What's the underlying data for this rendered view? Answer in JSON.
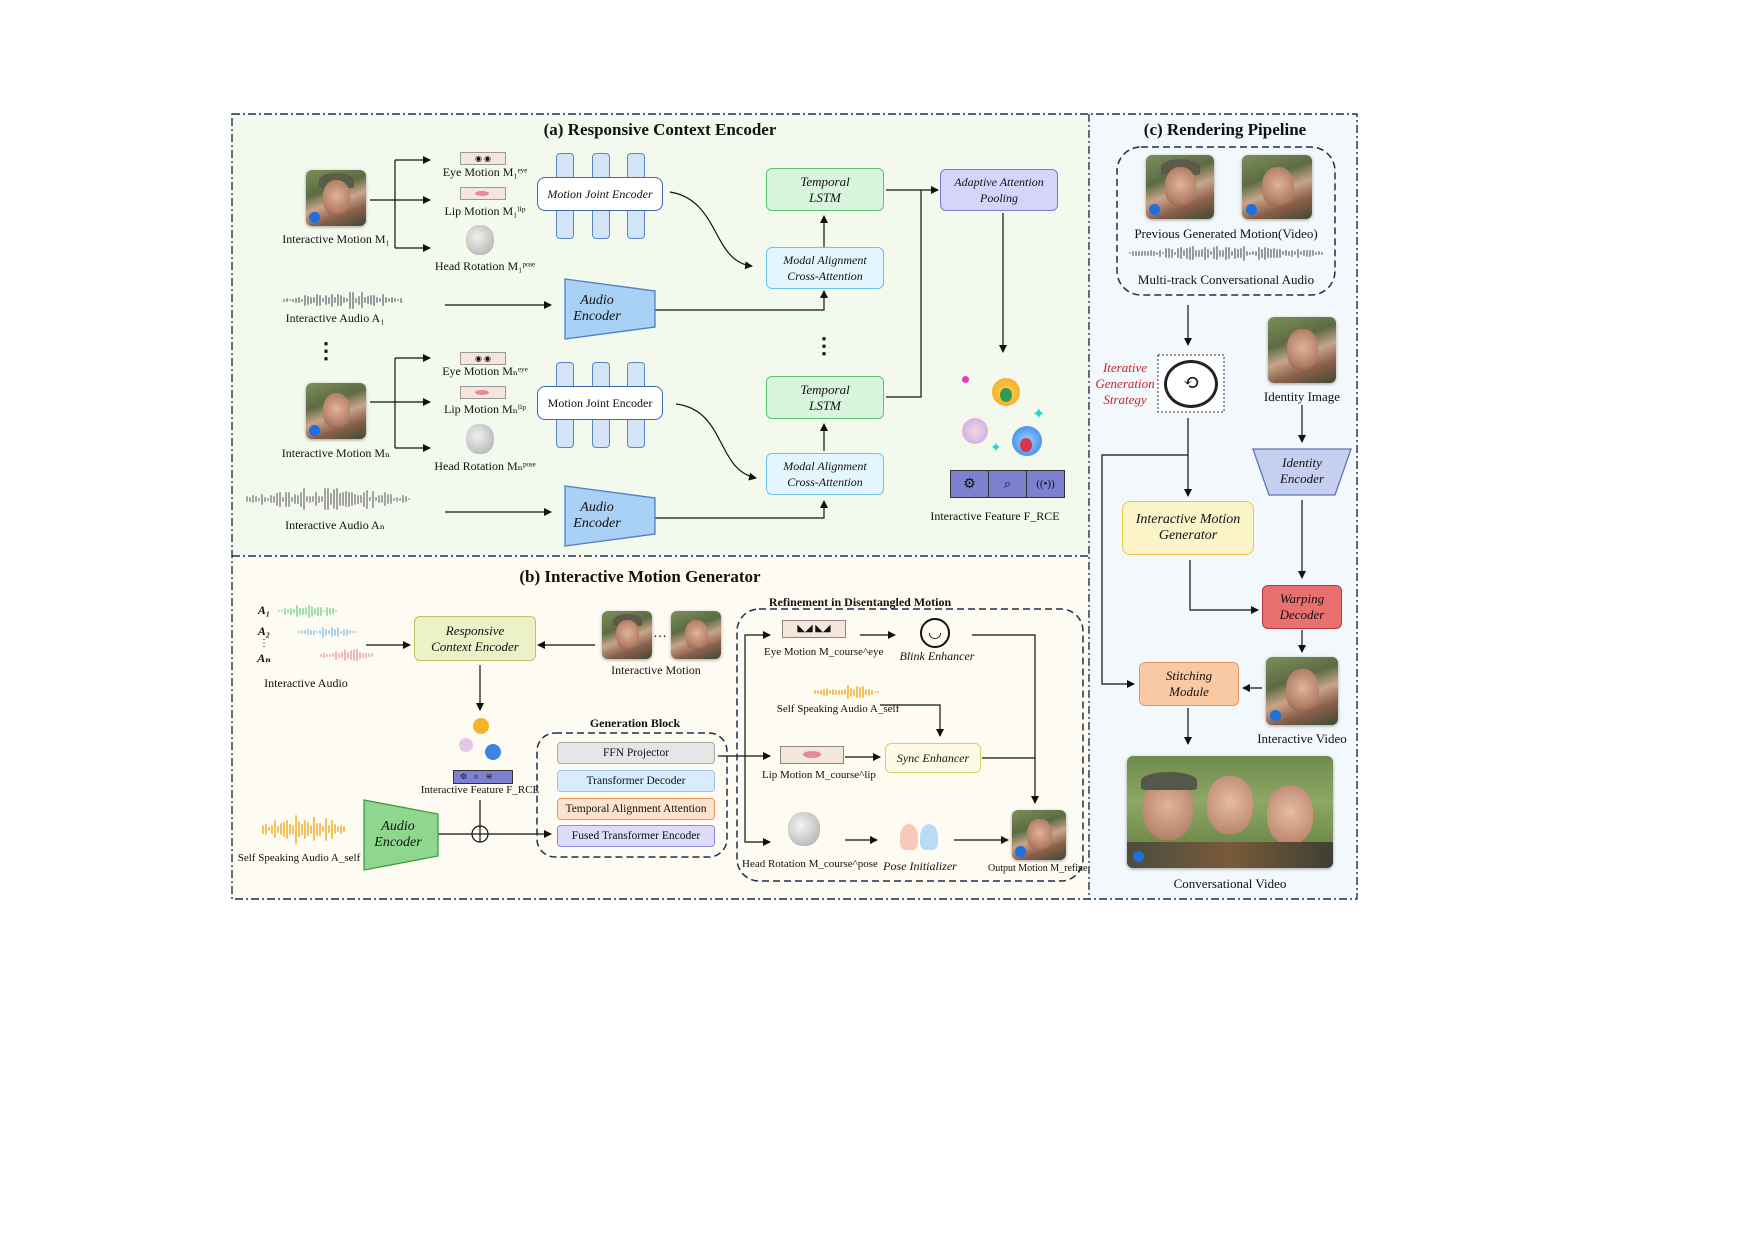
{
  "panel_a": {
    "title": "(a) Responsive Context Encoder",
    "eye_motion_1": "Eye Motion M₁ᵉʸᵉ",
    "lip_motion_1": "Lip Motion M₁ˡⁱᵖ",
    "head_rotation_1": "Head Rotation M₁ᵖᵒˢᵉ",
    "interactive_motion_1": "Interactive Motion M₁",
    "interactive_audio_1": "Interactive Audio A₁",
    "eye_motion_n": "Eye Motion Mₙᵉʸᵉ",
    "lip_motion_n": "Lip Motion Mₙˡⁱᵖ",
    "head_rotation_n": "Head Rotation Mₙᵖᵒˢᵉ",
    "interactive_motion_n": "Interactive Motion Mₙ",
    "interactive_audio_n": "Interactive Audio Aₙ",
    "motion_joint_encoder": "Motion Joint Encoder",
    "audio_encoder": "Audio Encoder",
    "temporal_lstm": "Temporal LSTM",
    "modal_alignment": "Modal Alignment Cross-Attention",
    "adaptive_pooling": "Adaptive Attention Pooling",
    "interactive_feature": "Interactive Feature F_RCE",
    "ellipsis": "⋮"
  },
  "panel_b": {
    "title": "(b) Interactive Motion Generator",
    "audio_labels": [
      "A₁",
      "A₂",
      "⋮",
      "Aₙ"
    ],
    "interactive_audio": "Interactive Audio",
    "responsive_context_encoder": "Responsive Context Encoder",
    "interactive_motion": "Interactive Motion",
    "dots": "…",
    "interactive_feature": "Interactive Feature F_RCE",
    "self_speaking_audio": "Self Speaking Audio A_self",
    "audio_encoder": "Audio Encoder",
    "generation_block_title": "Generation Block",
    "generation_block_items": [
      "FFN Projector",
      "Transformer Decoder",
      "Temporal Alignment Attention",
      "Fused Transformer Encoder"
    ],
    "refinement_title": "Refinement in Disentangled Motion",
    "eye_motion_course": "Eye Motion M_course^eye",
    "blink_enhancer": "Blink Enhancer",
    "self_speaking_audio_2": "Self Speaking Audio A_self",
    "lip_motion_course": "Lip Motion M_course^lip",
    "sync_enhancer": "Sync Enhancer",
    "head_rotation_course": "Head Rotation M_course^pose",
    "pose_initializer": "Pose Initializer",
    "output_motion": "Output Motion M_refine"
  },
  "panel_c": {
    "title": "(c) Rendering Pipeline",
    "previous_generated": "Previous Generated Motion(Video)",
    "multitrack_audio": "Multi-track Conversational Audio",
    "iterative_strategy": "Iterative Generation Strategy",
    "identity_image": "Identity Image",
    "identity_encoder": "Identity Encoder",
    "interactive_motion_generator": "Interactive Motion Generator",
    "warping_decoder": "Warping Decoder",
    "stitching_module": "Stitching Module",
    "interactive_video": "Interactive Video",
    "conversational_video": "Conversational Video"
  },
  "colors": {
    "panel_a_bg": "#f4f9ee",
    "panel_b_bg": "#fdfbf2",
    "panel_c_bg": "#f2f8fb",
    "lstm_fill": "#d8f6dd",
    "lstm_border": "#5bc46c",
    "modal_fill": "#e4f6fd",
    "modal_border": "#6ec3e6",
    "pool_fill": "#d6d4fb",
    "pool_border": "#7c77d6",
    "audio_enc_fill": "#a9d0f5",
    "audio_enc_green": "#8fd68f",
    "rce_fill": "#ecf1c8",
    "imgen_fill": "#fbf4c8",
    "warping_fill": "#ea6f6f",
    "stitching_fill": "#f9c9a4",
    "identity_fill": "#c7cff0",
    "iterative_red": "#c4252d"
  }
}
